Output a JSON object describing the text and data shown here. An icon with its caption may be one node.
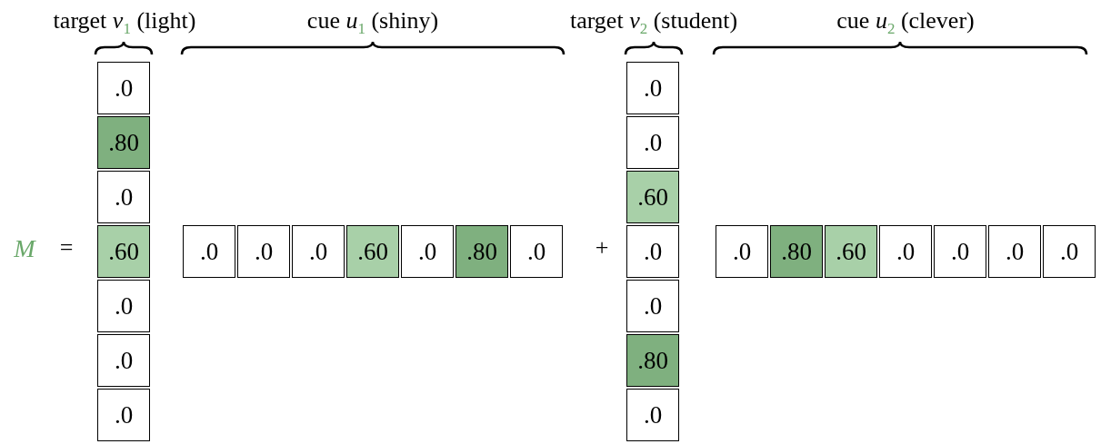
{
  "diagram": {
    "nodes": [
      {
        "text": [
          ".0"
        ]
      },
      {
        "text": [
          ".80"
        ]
      },
      {
        "text": [
          ".0"
        ]
      },
      {
        "text": [
          ".60"
        ]
      },
      {
        "text": [
          ".0"
        ]
      },
      {
        "text": [
          ".0"
        ]
      },
      {
        "text": [
          ".0"
        ]
      },
      {
        "text": [
          ".0"
        ]
      },
      {
        "text": [
          ".0"
        ]
      },
      {
        "text": [
          ".0"
        ]
      },
      {
        "text": [
          ".60"
        ]
      },
      {
        "text": [
          ".0"
        ]
      },
      {
        "text": [
          ".80"
        ]
      },
      {
        "text": [
          ".0"
        ]
      },
      {
        "text": [
          ".0"
        ]
      },
      {
        "text": [
          ".0"
        ]
      },
      {
        "text": [
          ".60"
        ]
      },
      {
        "text": [
          ".0"
        ]
      },
      {
        "text": [
          ".0"
        ]
      },
      {
        "text": [
          ".80"
        ]
      },
      {
        "text": [
          ".0"
        ]
      },
      {
        "text": [
          ".0"
        ]
      },
      {
        "text": [
          ".80"
        ]
      },
      {
        "text": [
          ".60"
        ]
      },
      {
        "text": [
          ".0"
        ]
      },
      {
        "text": [
          ".0"
        ]
      },
      {
        "text": [
          ".0"
        ]
      },
      {
        "text": [
          ".0"
        ]
      }
    ],
    "labels": [
      "target *v*$_{1}$ (light)",
      "cue *u*$_{1}$ (shiny)",
      "target *v*$_{2}$ (student)",
      "cue *u*$_{2}$ (clever)",
      "M",
      "=",
      "+"
    ]
  }
}
